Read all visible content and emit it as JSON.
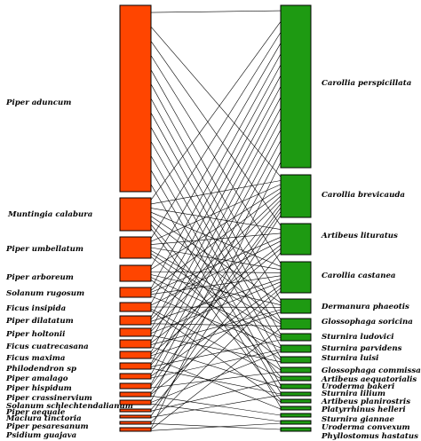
{
  "colors": {
    "plant": "#ff4500",
    "bat": "#1e9a12",
    "link": "#000000"
  },
  "plants": [
    {
      "id": "p0",
      "label": "Piper aduncum"
    },
    {
      "id": "p1",
      "label": "Muntingia calabura"
    },
    {
      "id": "p2",
      "label": "Piper umbellatum"
    },
    {
      "id": "p3",
      "label": "Piper arboreum"
    },
    {
      "id": "p4",
      "label": "Solanum rugosum"
    },
    {
      "id": "p5",
      "label": "Ficus insipida"
    },
    {
      "id": "p6",
      "label": "Piper dilatatum"
    },
    {
      "id": "p7",
      "label": "Piper holtonii"
    },
    {
      "id": "p8",
      "label": "Ficus cuatrecasana"
    },
    {
      "id": "p9",
      "label": "Ficus maxima"
    },
    {
      "id": "p10",
      "label": "Philodendron sp"
    },
    {
      "id": "p11",
      "label": "Piper amalago"
    },
    {
      "id": "p12",
      "label": "Piper hispidum"
    },
    {
      "id": "p13",
      "label": "Piper crassinervium"
    },
    {
      "id": "p14",
      "label": "Solanum schlechtendalianum"
    },
    {
      "id": "p15",
      "label": "Maclura tinctoria"
    },
    {
      "id": "p16",
      "label": "Piper aequale"
    },
    {
      "id": "p17",
      "label": "Piper pesaresanum"
    },
    {
      "id": "p18",
      "label": "Psidium guajava"
    }
  ],
  "bats": [
    {
      "id": "b0",
      "label": "Carollia perspicillata"
    },
    {
      "id": "b1",
      "label": "Carollia brevicauda"
    },
    {
      "id": "b2",
      "label": "Artibeus lituratus"
    },
    {
      "id": "b3",
      "label": "Carollia castanea"
    },
    {
      "id": "b4",
      "label": "Dermanura phaeotis"
    },
    {
      "id": "b5",
      "label": "Glossophaga soricina"
    },
    {
      "id": "b6",
      "label": "Sturnira ludovici"
    },
    {
      "id": "b7",
      "label": "Sturnira parvidens"
    },
    {
      "id": "b8",
      "label": "Sturnira luisi"
    },
    {
      "id": "b9",
      "label": "Glossophaga commissarisi"
    },
    {
      "id": "b10",
      "label": "Artibeus aequatorialis"
    },
    {
      "id": "b11",
      "label": "Uroderma bakeri"
    },
    {
      "id": "b12",
      "label": "Sturnira lilium"
    },
    {
      "id": "b13",
      "label": "Artibeus planirostris"
    },
    {
      "id": "b14",
      "label": "Platyrrhinus helleri"
    },
    {
      "id": "b15",
      "label": "Sturnira giannae"
    },
    {
      "id": "b16",
      "label": "Uroderma convexum"
    },
    {
      "id": "b17",
      "label": "Phyllostomus hastatus"
    }
  ],
  "links": [
    [
      "p0",
      "b0"
    ],
    [
      "p0",
      "b1"
    ],
    [
      "p0",
      "b2"
    ],
    [
      "p0",
      "b3"
    ],
    [
      "p0",
      "b4"
    ],
    [
      "p0",
      "b5"
    ],
    [
      "p0",
      "b6"
    ],
    [
      "p0",
      "b7"
    ],
    [
      "p0",
      "b8"
    ],
    [
      "p0",
      "b9"
    ],
    [
      "p0",
      "b11"
    ],
    [
      "p0",
      "b12"
    ],
    [
      "p0",
      "b14"
    ],
    [
      "p1",
      "b0"
    ],
    [
      "p1",
      "b1"
    ],
    [
      "p1",
      "b2"
    ],
    [
      "p1",
      "b3"
    ],
    [
      "p1",
      "b4"
    ],
    [
      "p1",
      "b5"
    ],
    [
      "p1",
      "b10"
    ],
    [
      "p1",
      "b13"
    ],
    [
      "p2",
      "b0"
    ],
    [
      "p2",
      "b1"
    ],
    [
      "p2",
      "b2"
    ],
    [
      "p2",
      "b3"
    ],
    [
      "p2",
      "b5"
    ],
    [
      "p2",
      "b6"
    ],
    [
      "p2",
      "b8"
    ],
    [
      "p3",
      "b0"
    ],
    [
      "p3",
      "b1"
    ],
    [
      "p3",
      "b3"
    ],
    [
      "p3",
      "b4"
    ],
    [
      "p3",
      "b6"
    ],
    [
      "p3",
      "b9"
    ],
    [
      "p4",
      "b0"
    ],
    [
      "p4",
      "b1"
    ],
    [
      "p4",
      "b2"
    ],
    [
      "p4",
      "b3"
    ],
    [
      "p4",
      "b7"
    ],
    [
      "p5",
      "b0"
    ],
    [
      "p5",
      "b2"
    ],
    [
      "p5",
      "b4"
    ],
    [
      "p5",
      "b10"
    ],
    [
      "p5",
      "b13"
    ],
    [
      "p6",
      "b0"
    ],
    [
      "p6",
      "b1"
    ],
    [
      "p6",
      "b3"
    ],
    [
      "p6",
      "b5"
    ],
    [
      "p7",
      "b0"
    ],
    [
      "p7",
      "b1"
    ],
    [
      "p7",
      "b3"
    ],
    [
      "p7",
      "b8"
    ],
    [
      "p8",
      "b0"
    ],
    [
      "p8",
      "b2"
    ],
    [
      "p8",
      "b4"
    ],
    [
      "p8",
      "b11"
    ],
    [
      "p9",
      "b0"
    ],
    [
      "p9",
      "b2"
    ],
    [
      "p9",
      "b4"
    ],
    [
      "p9",
      "b14"
    ],
    [
      "p10",
      "b0"
    ],
    [
      "p10",
      "b1"
    ],
    [
      "p10",
      "b6"
    ],
    [
      "p10",
      "b12"
    ],
    [
      "p11",
      "b0"
    ],
    [
      "p11",
      "b3"
    ],
    [
      "p11",
      "b7"
    ],
    [
      "p12",
      "b0"
    ],
    [
      "p12",
      "b1"
    ],
    [
      "p12",
      "b9"
    ],
    [
      "p13",
      "b1"
    ],
    [
      "p13",
      "b3"
    ],
    [
      "p13",
      "b15"
    ],
    [
      "p14",
      "b0"
    ],
    [
      "p14",
      "b7"
    ],
    [
      "p14",
      "b16"
    ],
    [
      "p15",
      "b2"
    ],
    [
      "p15",
      "b10"
    ],
    [
      "p16",
      "b1"
    ],
    [
      "p16",
      "b12"
    ],
    [
      "p17",
      "b3"
    ],
    [
      "p17",
      "b17"
    ],
    [
      "p18",
      "b0"
    ],
    [
      "p18",
      "b5"
    ],
    [
      "p18",
      "b16"
    ]
  ]
}
